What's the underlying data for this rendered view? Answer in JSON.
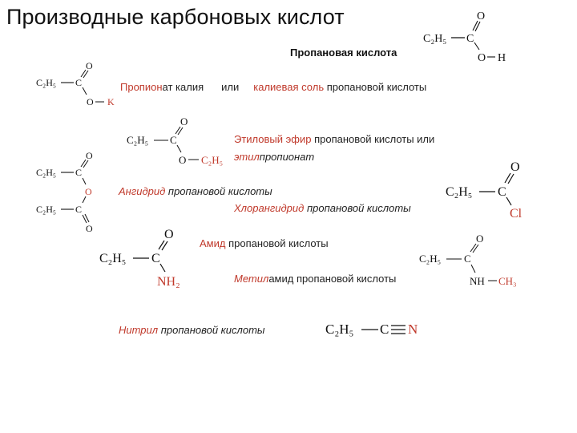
{
  "slide": {
    "title": "Производные карбоновых кислот",
    "subtitle": "Пропановая кислота"
  },
  "formula_parts": {
    "c2h5": "C₂H₅",
    "c": "C",
    "o": "O",
    "h": "H",
    "k": "K",
    "cl": "Cl",
    "n": "N",
    "nh2": "NH₂",
    "nh": "NH",
    "ch3": "CH₃",
    "dash": "—"
  },
  "labels": {
    "potassium": {
      "red1": "Пропион",
      "black1": "ат калия",
      "or": "или",
      "red2": "калиевая соль",
      "black2": "пропановой кислоты"
    },
    "ester": {
      "red1": "Этиловый эфир",
      "black1": "пропановой кислоты или",
      "red2": "этил",
      "black2": "пропионат"
    },
    "anhydride": {
      "red1": "Ангидрид",
      "black1": "пропановой кислоты"
    },
    "chloride": {
      "red1": "Хлорангидрид",
      "black1": "пропановой кислоты"
    },
    "amide": {
      "red1": "Амид",
      "black1": "пропановой кислоты"
    },
    "methylamide": {
      "red1": "Метил",
      "black1": "амид пропановой кислоты"
    },
    "nitrile": {
      "red1": "Нитрил",
      "black1": "пропановой кислоты"
    }
  },
  "colors": {
    "accent": "#c0392b",
    "text": "#222222"
  }
}
